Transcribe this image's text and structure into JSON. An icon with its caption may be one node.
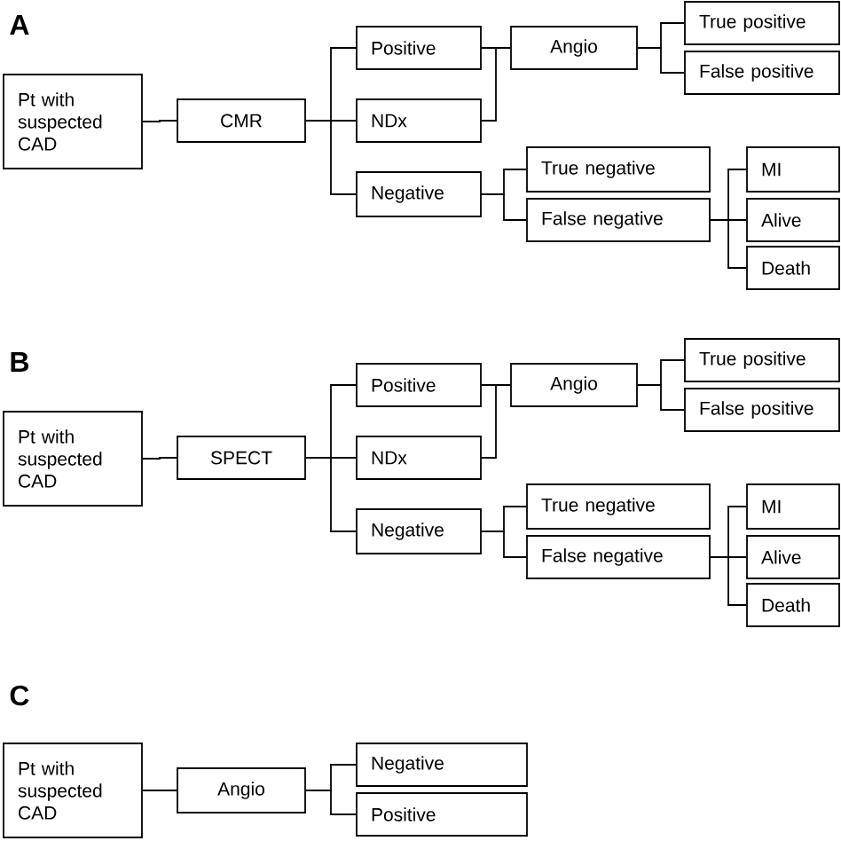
{
  "diagram": {
    "nodes": [
      {
        "text": [
          "Pt with suspected CAD"
        ]
      },
      {
        "text": [
          "CMR"
        ]
      },
      {
        "text": [
          "Positive"
        ]
      },
      {
        "text": [
          "NDx"
        ]
      },
      {
        "text": [
          "Negative"
        ]
      },
      {
        "text": [
          "Angio"
        ]
      },
      {
        "text": [
          "True positive"
        ]
      },
      {
        "text": [
          "False positive"
        ]
      },
      {
        "text": [
          "True negative"
        ]
      },
      {
        "text": [
          "False negative"
        ]
      },
      {
        "text": [
          "MI"
        ]
      },
      {
        "text": [
          "Alive"
        ]
      },
      {
        "text": [
          "Death"
        ]
      },
      {
        "text": [
          "Pt with suspected CAD"
        ]
      },
      {
        "text": [
          "SPECT"
        ]
      },
      {
        "text": [
          "Positive"
        ]
      },
      {
        "text": [
          "NDx"
        ]
      },
      {
        "text": [
          "Negative"
        ]
      },
      {
        "text": [
          "Angio"
        ]
      },
      {
        "text": [
          "True positive"
        ]
      },
      {
        "text": [
          "False positive"
        ]
      },
      {
        "text": [
          "True negative"
        ]
      },
      {
        "text": [
          "False negative"
        ]
      },
      {
        "text": [
          "MI"
        ]
      },
      {
        "text": [
          "Alive"
        ]
      },
      {
        "text": [
          "Death"
        ]
      },
      {
        "text": [
          "Pt with suspected CAD"
        ]
      },
      {
        "text": [
          "Angio"
        ]
      },
      {
        "text": [
          "Negative"
        ]
      },
      {
        "text": [
          "Positive"
        ]
      }
    ],
    "edges": [
      {
        "from": 0,
        "to": 1,
        "arrow": "none"
      },
      {
        "from": 1,
        "to": 2,
        "arrow": "none"
      },
      {
        "from": 1,
        "to": 3,
        "arrow": "none"
      },
      {
        "from": 1,
        "to": 4,
        "arrow": "none"
      },
      {
        "from": 2,
        "to": 5,
        "arrow": "none"
      },
      {
        "from": 3,
        "to": 5,
        "arrow": "none"
      },
      {
        "from": 5,
        "to": 6,
        "arrow": "none"
      },
      {
        "from": 5,
        "to": 7,
        "arrow": "none"
      },
      {
        "from": 4,
        "to": 8,
        "arrow": "none"
      },
      {
        "from": 4,
        "to": 9,
        "arrow": "none"
      },
      {
        "from": 9,
        "to": 10,
        "arrow": "none"
      },
      {
        "from": 9,
        "to": 11,
        "arrow": "none"
      },
      {
        "from": 9,
        "to": 12,
        "arrow": "none"
      },
      {
        "from": 13,
        "to": 14,
        "arrow": "none"
      },
      {
        "from": 14,
        "to": 15,
        "arrow": "none"
      },
      {
        "from": 14,
        "to": 16,
        "arrow": "none"
      },
      {
        "from": 14,
        "to": 17,
        "arrow": "none"
      },
      {
        "from": 15,
        "to": 18,
        "arrow": "none"
      },
      {
        "from": 16,
        "to": 18,
        "arrow": "none"
      },
      {
        "from": 18,
        "to": 19,
        "arrow": "none"
      },
      {
        "from": 18,
        "to": 20,
        "arrow": "none"
      },
      {
        "from": 17,
        "to": 21,
        "arrow": "none"
      },
      {
        "from": 17,
        "to": 22,
        "arrow": "none"
      },
      {
        "from": 22,
        "to": 23,
        "arrow": "none"
      },
      {
        "from": 22,
        "to": 24,
        "arrow": "none"
      },
      {
        "from": 22,
        "to": 25,
        "arrow": "none"
      },
      {
        "from": 26,
        "to": 27,
        "arrow": "none"
      },
      {
        "from": 27,
        "to": 28,
        "arrow": "none"
      },
      {
        "from": 27,
        "to": 29,
        "arrow": "none"
      }
    ],
    "labels": [
      "A",
      "B",
      "C"
    ]
  }
}
